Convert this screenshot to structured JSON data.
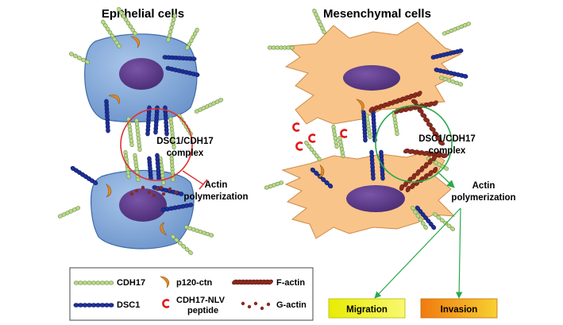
{
  "titles": {
    "left": "Epithelial cells",
    "right": "Mesenchymal cells"
  },
  "labels": {
    "complex_left": [
      "DSC1/CDH17",
      "complex"
    ],
    "actin_left": [
      "Actin",
      "polymerization"
    ],
    "complex_right": [
      "DSC1/CDH17",
      "complex"
    ],
    "actin_right": [
      "Actin",
      "polymerization"
    ]
  },
  "legend": {
    "cdh17": "CDH17",
    "dsc1": "DSC1",
    "p120": "p120-ctn",
    "nlv": [
      "CDH17-NLV",
      "peptide"
    ],
    "factin": "F-actin",
    "gactin": "G-actin"
  },
  "outcomes": {
    "migration": "Migration",
    "invasion": "Invasion"
  },
  "colors": {
    "epithelial_cell": "#7fa6d6",
    "epithelial_cell_dark": "#4a76b0",
    "mesenchymal_cell": "#f9c48a",
    "nucleus": "#5a3a86",
    "cdh17": "#b9d98a",
    "dsc1": "#1e2f9a",
    "p120": "#e08a2a",
    "factin": "#8b2a1e",
    "nlv": "#e01818",
    "inhibit_circle": "#e03030",
    "activate_circle": "#2aa84a",
    "migration_fill": "#f0f000",
    "invasion_fill": "#f08a10"
  }
}
